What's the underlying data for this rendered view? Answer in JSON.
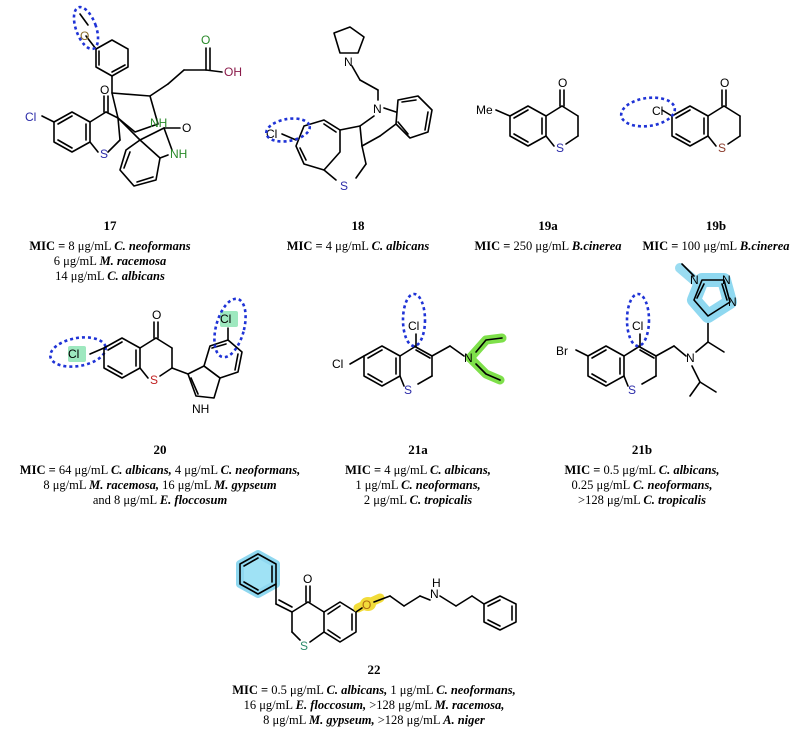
{
  "compounds": [
    {
      "id": "17",
      "lines": [
        {
          "label": "MIC =",
          "text": "8 μg/mL",
          "org": "C. neoformans"
        },
        {
          "label": "",
          "text": "6 μg/mL",
          "org": "M. racemosa"
        },
        {
          "label": "",
          "text": "14 μg/mL",
          "org": "C. albicans"
        }
      ]
    },
    {
      "id": "18",
      "lines": [
        {
          "label": "MIC =",
          "text": "4 μg/mL",
          "org": "C. albicans"
        }
      ]
    },
    {
      "id": "19a",
      "lines": [
        {
          "label": "MIC =",
          "text": "250 μg/mL",
          "org": "B.cinerea"
        }
      ]
    },
    {
      "id": "19b",
      "lines": [
        {
          "label": "MIC =",
          "text": "100 μg/mL",
          "org": "B.cinerea"
        }
      ]
    },
    {
      "id": "20",
      "lines": [
        {
          "label": "MIC =",
          "text": "64 μg/mL",
          "org": "C. albicans,",
          "text2": "4 μg/mL",
          "org2": "C. neoformans,"
        },
        {
          "label": "",
          "text": "8 μg/mL",
          "org": "M. racemosa,",
          "text2": "16 μg/mL",
          "org2": "M. gypseum"
        },
        {
          "label": "",
          "text": "and 8 μg/mL",
          "org": "E. floccosum"
        }
      ]
    },
    {
      "id": "21a",
      "lines": [
        {
          "label": "MIC =",
          "text": "4 μg/mL",
          "org": "C. albicans,"
        },
        {
          "label": "",
          "text": "1 μg/mL",
          "org": "C. neoformans,"
        },
        {
          "label": "",
          "text": "2 μg/mL",
          "org": "C. tropicalis"
        }
      ]
    },
    {
      "id": "21b",
      "lines": [
        {
          "label": "MIC =",
          "text": "0.5 μg/mL",
          "org": "C. albicans,"
        },
        {
          "label": "",
          "text": "0.25 μg/mL",
          "org": "C. neoformans,"
        },
        {
          "label": "",
          "text": ">128 μg/mL",
          "org": "C. tropicalis"
        }
      ]
    },
    {
      "id": "22",
      "lines": [
        {
          "label": "MIC =",
          "text": "0.5 μg/mL ",
          "org": "C. albicans,",
          "text2": "1 μg/mL",
          "org2": "C. neoformans,"
        },
        {
          "label": "",
          "text": "16 μg/mL",
          "org": "E. floccosum,",
          "text2": ">128 μg/mL",
          "org2": "M. racemosa,"
        },
        {
          "label": "",
          "text": "8 μg/mL",
          "org": "M. gypseum,",
          "text2": " >128 μg/mL",
          "org2": "A. niger"
        }
      ]
    }
  ],
  "atoms": {
    "cl": "Cl",
    "br": "Br",
    "me": "Me",
    "o": "O",
    "s": "S",
    "n": "N",
    "nh": "NH",
    "h": "H",
    "oh": "OH"
  }
}
